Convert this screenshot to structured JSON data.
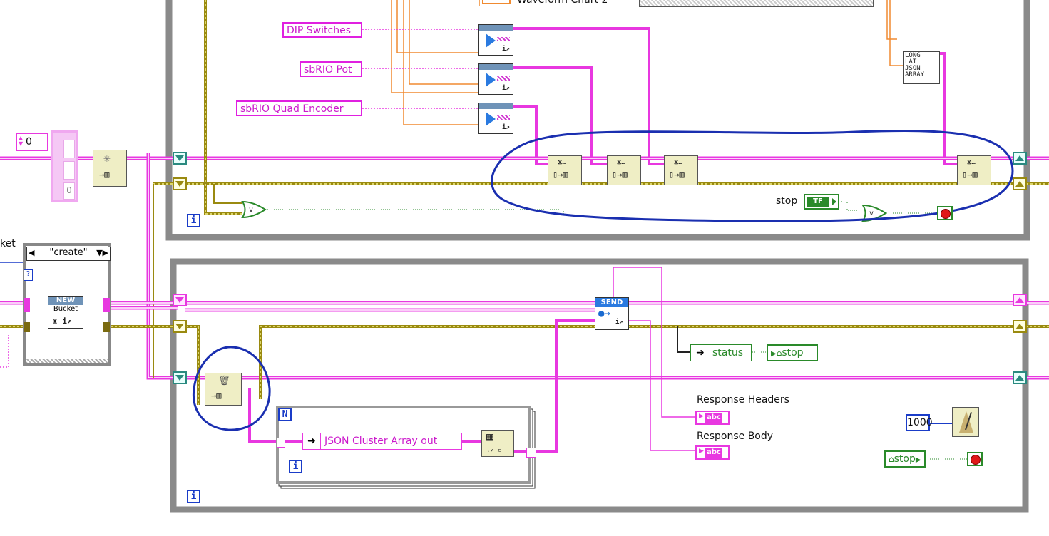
{
  "upper_loop": {
    "controls": [
      "DIP Switches",
      "sbRIO Pot",
      "sbRIO Quad Encoder"
    ],
    "chart_label_partial": "Waveform Chart 2",
    "bundle_names": [
      "LONG",
      "LAT",
      "JSON",
      "ARRAY"
    ],
    "stop_label": "stop",
    "stop_bool": "TF",
    "or_label": "v",
    "numeric_value": "0",
    "array_index": "0"
  },
  "lower_loop": {
    "case_selector": "\"create\"",
    "bucket_label_partial": "ket",
    "new_bucket_header": "NEW",
    "new_bucket_label": "Bucket",
    "send_header": "SEND",
    "status_label": "status",
    "stop_local": "stop",
    "response_headers": "Response Headers",
    "response_body": "Response Body",
    "abc": "abc",
    "json_cluster": "JSON Cluster Array out",
    "wait_ms": "1000",
    "stop_control": "stop",
    "for_loop_n": "N"
  },
  "iteration_terminal": "i",
  "colors": {
    "pink_wire": "#e838e0",
    "yellow_wire": "#9a8a10",
    "orange_wire": "#f08a30",
    "green": "#2a8a2a",
    "blue_annotation": "#1a2fb0",
    "teal": "#2a8a80"
  }
}
